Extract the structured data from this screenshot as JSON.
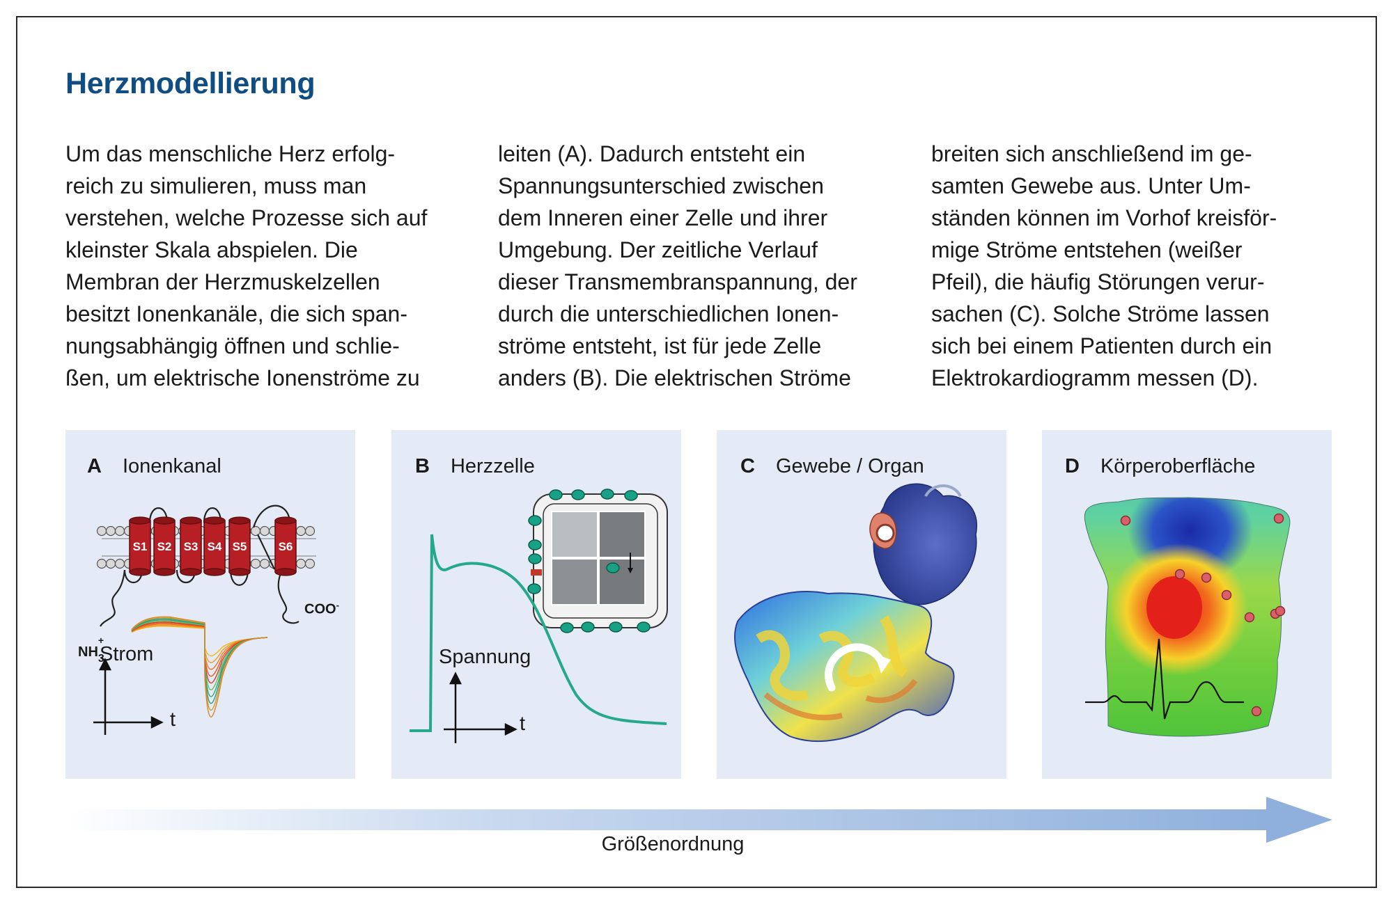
{
  "title": "Herzmodellierung",
  "columns": [
    [
      "Um das menschliche Herz erfolg-",
      "reich zu simulieren, muss man",
      "verstehen, welche Prozesse sich auf",
      "kleinster Skala abspielen. Die",
      "Membran der Herzmuskelzellen",
      "besitzt Ionenkanäle, die sich span-",
      "nungsabhängig öffnen und schlie-",
      "ßen, um elektrische Ionenströme zu"
    ],
    [
      "leiten (A). Dadurch entsteht ein",
      "Spannungsunterschied zwischen",
      "dem Inneren einer Zelle und ihrer",
      "Umgebung. Der zeitliche Verlauf",
      "dieser Transmembranspannung, der",
      "durch die unterschiedlichen Ionen-",
      "ströme entsteht, ist für jede Zelle",
      "anders (B). Die elektrischen Ströme"
    ],
    [
      "breiten sich anschließend im ge-",
      "samten Gewebe aus. Unter Um-",
      "ständen können im Vorhof kreisför-",
      "mige Ströme entstehen (weißer",
      "Pfeil), die häufig Störungen verur-",
      "sachen (C). Solche Ströme lassen",
      "sich bei einem Patienten durch ein",
      "Elektrokardiogramm messen (D)."
    ]
  ],
  "panels": [
    {
      "letter": "A",
      "label": "Ionenkanal"
    },
    {
      "letter": "B",
      "label": "Herzzelle"
    },
    {
      "letter": "C",
      "label": "Gewebe / Organ"
    },
    {
      "letter": "D",
      "label": "Körperoberfläche"
    }
  ],
  "panel_a": {
    "segments": [
      "S1",
      "S2",
      "S3",
      "S4",
      "S5",
      "S6"
    ],
    "n_terminus": "NH",
    "n_sub": "3",
    "n_sup": "+",
    "c_terminus": "COO",
    "c_sup": "-",
    "y_axis": "Strom",
    "x_axis": "t"
  },
  "panel_b": {
    "y_axis": "Spannung",
    "x_axis": "t"
  },
  "scale_label": "Größenordnung",
  "colors": {
    "title": "#0f4d82",
    "panel_bg": "#e4ebf6",
    "helix": "#b71f24",
    "action_potential": "#26a98a",
    "arrow": "#8fb0dc"
  }
}
